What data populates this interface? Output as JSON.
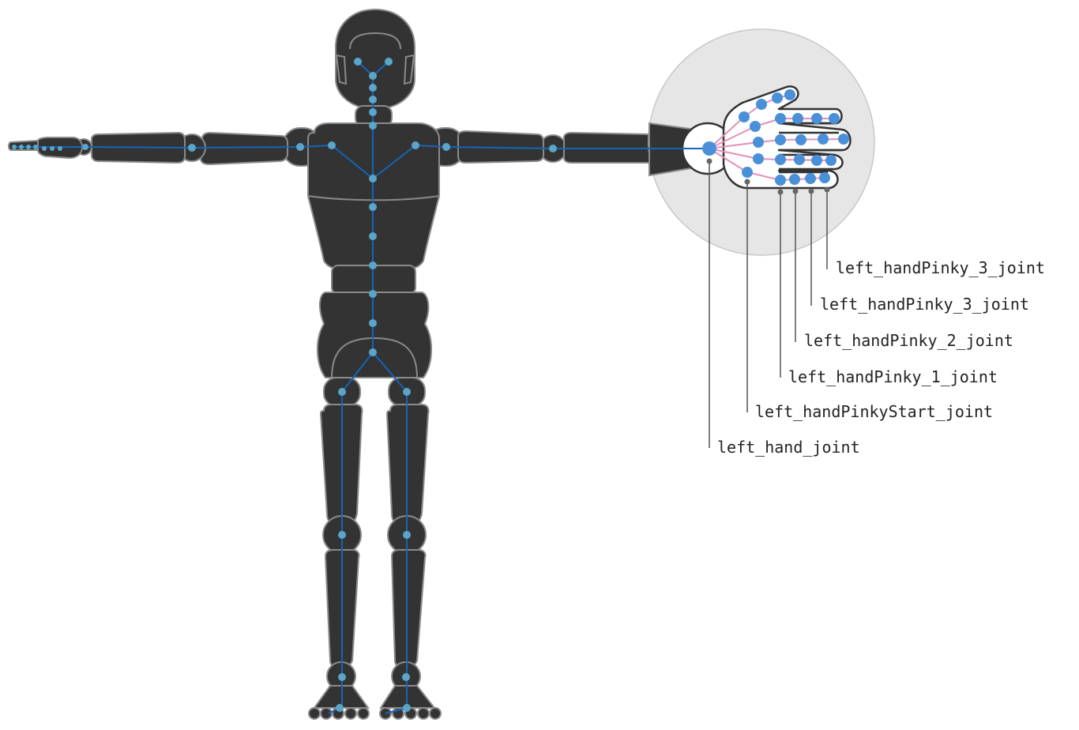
{
  "labels": {
    "hand": "left_hand_joint",
    "pinky_start": "left_handPinkyStart_joint",
    "pinky_1": "left_handPinky_1_joint",
    "pinky_2": "left_handPinky_2_joint",
    "pinky_3a": "left_handPinky_3_joint",
    "pinky_3b": "left_handPinky_3_joint"
  },
  "colors": {
    "body": "#333333",
    "outline": "#8a8a8a",
    "bone": "#1565b8",
    "joint": "#5aa6c8",
    "finger_bone": "#e58fb8",
    "finger_joint": "#4a90d9",
    "magnifier": "#e6e6e6"
  }
}
